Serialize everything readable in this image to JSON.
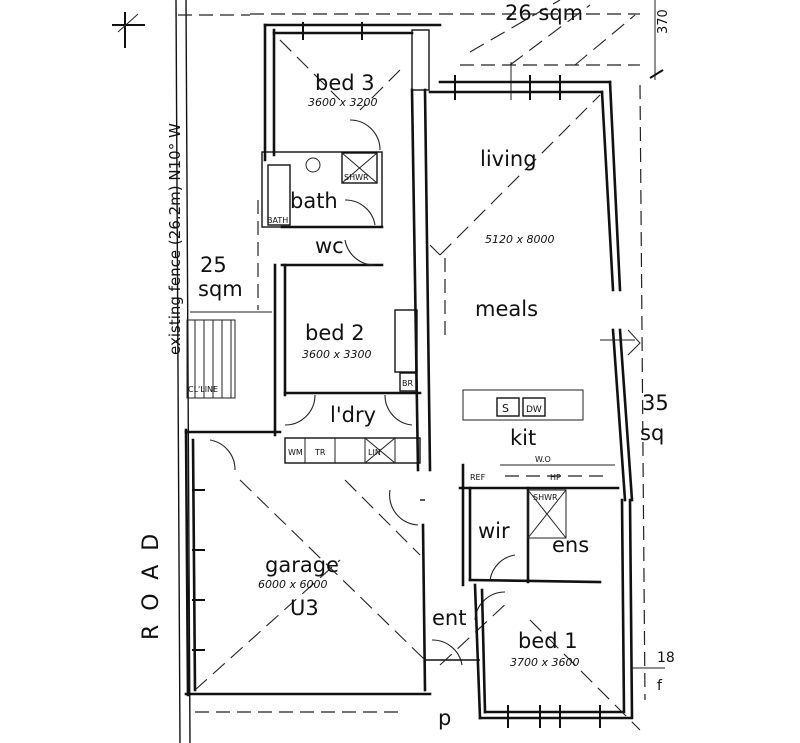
{
  "plan": {
    "type": "architectural floor plan (hand-drafted)",
    "boundary": {
      "left_label": "existing fence (26.2m) N10° W",
      "road_label": "ROAD"
    },
    "areas": [
      {
        "label": "26 sqm"
      },
      {
        "label": "25",
        "sublabel": "sqm"
      },
      {
        "label": "35",
        "sublabel": "sq"
      },
      {
        "label": "370",
        "note": "rotated dimension, cut off"
      },
      {
        "label": "18",
        "sublabel": "f",
        "note": "cut off at edge"
      }
    ],
    "rooms": [
      {
        "name": "bed 3",
        "dims": "3600 x 3200"
      },
      {
        "name": "bath",
        "fixtures": [
          "BATH",
          "SHWR"
        ]
      },
      {
        "name": "wc"
      },
      {
        "name": "bed 2",
        "dims": "3600 x 3300"
      },
      {
        "name": "l'dry",
        "fixtures": [
          "WM",
          "TR",
          "LIN",
          "BR"
        ]
      },
      {
        "name": "living",
        "dims": "5120 x 8000"
      },
      {
        "name": "meals"
      },
      {
        "name": "kit",
        "fixtures": [
          "S",
          "DW",
          "REF",
          "HP",
          "W.O"
        ]
      },
      {
        "name": "wir"
      },
      {
        "name": "ens",
        "fixtures": [
          "SHWR"
        ]
      },
      {
        "name": "garage",
        "dims": "6000 x 6000",
        "unit": "U3"
      },
      {
        "name": "ent"
      },
      {
        "name": "bed 1",
        "dims": "3700 x 3600"
      },
      {
        "name": "p"
      }
    ],
    "other_labels": {
      "clothesline": "CL'LINE",
      "bath_fixture": "BATH",
      "shower": "SHWR",
      "bed2_robe": "BR",
      "wm": "WM",
      "tr": "TR",
      "lin": "LIN",
      "br2": "BR",
      "sink": "S",
      "dishwasher": "DW",
      "fridge": "REF",
      "hotplate": "HP",
      "wall_oven": "W.O"
    }
  }
}
